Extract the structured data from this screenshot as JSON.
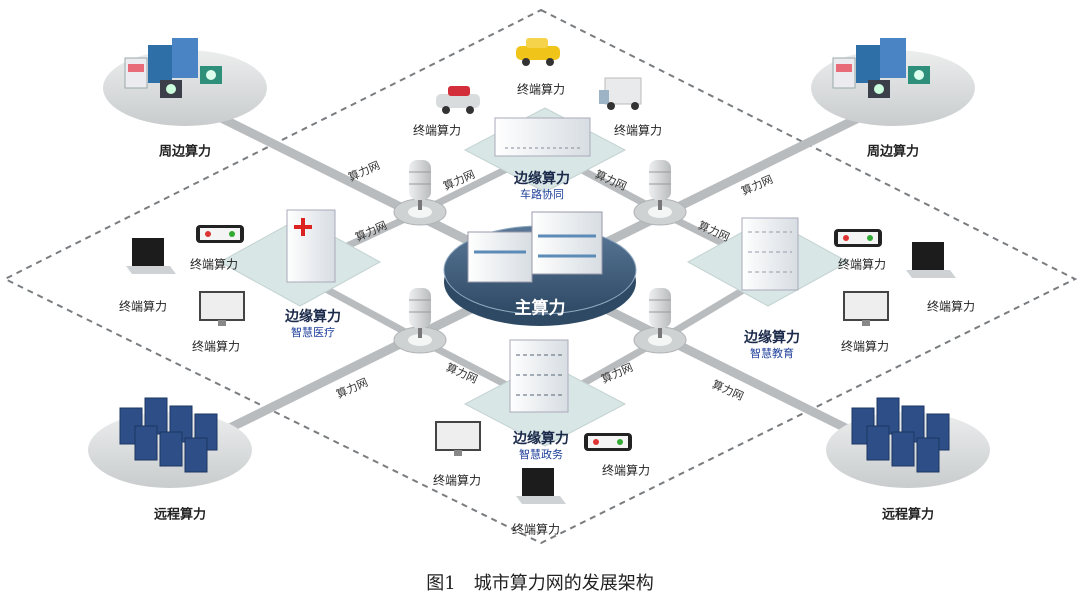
{
  "diagram": {
    "main_node": "主算力",
    "peripheral_label": "周边算力",
    "remote_label": "远程算力",
    "edge_title": "边缘算力",
    "edges": {
      "top": "车路协同",
      "left": "智慧医疗",
      "right": "智慧教育",
      "bottom": "智慧政务"
    },
    "terminal_label": "终端算力",
    "network_label": "算力网"
  },
  "caption": "图1　城市算力网的发展架构",
  "colors": {
    "road": "#b9bcbe",
    "platform": "#d9e6e6",
    "disc": "#d8dada",
    "main_disc": "#3f5d7a",
    "dashed": "#7a7d80"
  }
}
